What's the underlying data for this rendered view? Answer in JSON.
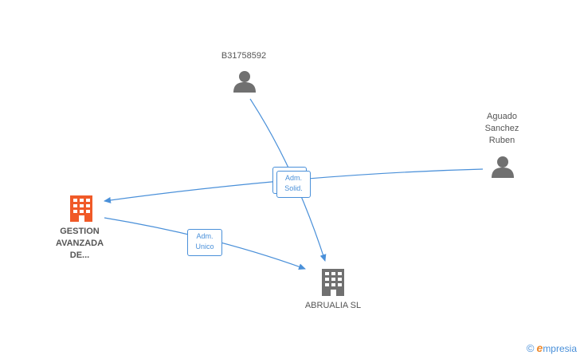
{
  "nodes": {
    "b31758592": {
      "label": "B31758592",
      "type": "person"
    },
    "aguado": {
      "label_lines": [
        "Aguado",
        "Sanchez",
        "Ruben"
      ],
      "type": "person"
    },
    "gestion": {
      "label_lines": [
        "GESTION",
        "AVANZADA",
        "DE..."
      ],
      "type": "company",
      "highlighted": true
    },
    "abrualia": {
      "label": "ABRUALIA SL",
      "type": "company"
    }
  },
  "edges": {
    "adm_solid": {
      "line1": "Adm.",
      "line2": "Solid."
    },
    "adm_unico": {
      "line1": "Adm.",
      "line2": "Unico"
    }
  },
  "colors": {
    "edge": "#4a90d9",
    "person_icon": "#707070",
    "company_icon": "#707070",
    "highlight_company_icon": "#f05a28",
    "brand_e": "#f08a2c"
  },
  "brand": {
    "copyright": "©",
    "e": "e",
    "rest": "mpresia"
  }
}
